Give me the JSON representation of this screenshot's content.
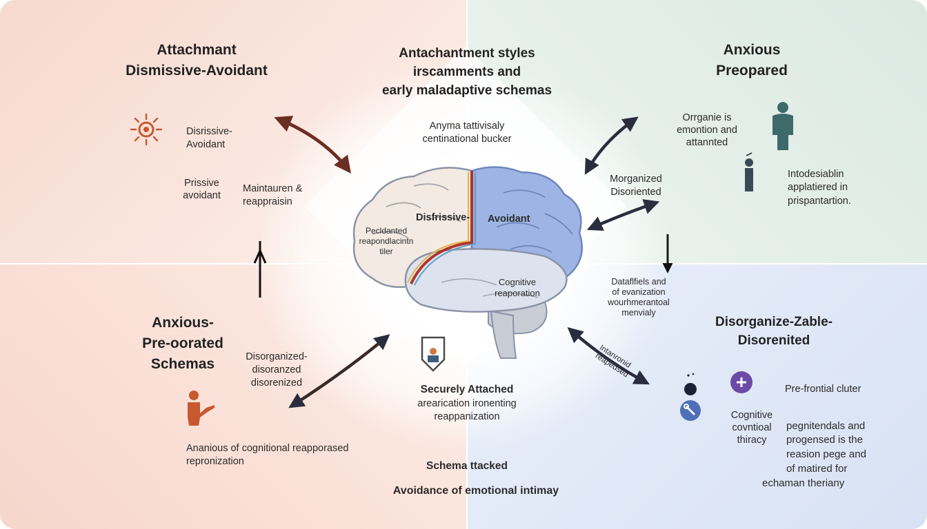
{
  "top_left": {
    "title_line1": "Attachmant",
    "title_line2": "Dismissive-Avoidant",
    "label_dismissive_1": "Disrissive-",
    "label_dismissive_2": "Avoidant",
    "label_prissive_1": "Prissive",
    "label_prissive_2": "avoidant",
    "label_maint_1": "Maintauren &",
    "label_maint_2": "reappraisin"
  },
  "center_top": {
    "title_line1": "Antachantment styles",
    "title_line2": "irscamments and",
    "title_line3": "early maladaptive schemas",
    "sub_line1": "Anyma tattivisaly",
    "sub_line2": "centinational bucker"
  },
  "top_right": {
    "title_line1": "Anxious",
    "title_line2": "Preopared",
    "label_org_1": "Orrganie is",
    "label_org_2": "emontion and",
    "label_org_3": "attannted",
    "label_morg_1": "Morganized",
    "label_morg_2": "Disoriented",
    "label_int_1": "Intodesiablin",
    "label_int_2": "applatiered in",
    "label_int_3": "prispantartion."
  },
  "brain": {
    "label_top": "Disfrissive-",
    "label_avoidant": "Avoidant",
    "label_left_1": "Pecldanted",
    "label_left_2": "reapondlacintn",
    "label_left_3": "tiler",
    "label_cog_1": "Cognitive",
    "label_cog_2": "reaporation"
  },
  "bottom_left": {
    "title_line1": "Anxious-",
    "title_line2": "Pre-oorated",
    "title_line3": "Schemas",
    "label_dis_1": "Disorganized-",
    "label_dis_2": "disoranzed",
    "label_dis_3": "disorenized",
    "label_bottom_1": "Ananious of cognitional reapporased",
    "label_bottom_2": "repronization"
  },
  "center_bottom": {
    "secure_1": "Securely Attached",
    "secure_2": "arearication ironenting",
    "secure_3": "reappanization",
    "schema": "Schema ttacked",
    "avoidance": "Avoidance of emotional intimay"
  },
  "bottom_right": {
    "title_line1": "Disorganize-Zable-",
    "title_line2": "Disorenited",
    "label_dat_1": "Dataflfiels and",
    "label_dat_2": "of evanization",
    "label_dat_3": "wourhmerantoal",
    "label_dat_4": "menvialy",
    "label_rot_1": "Intanronid",
    "label_rot_2": "reapedsed",
    "label_pfc": "Pre-frontial cluter",
    "label_cog_1": "Cognitive",
    "label_cog_2": "covntioal",
    "label_cog_3": "thiracy",
    "label_peg_1": "pegnitendals and",
    "label_peg_2": "progensed is the",
    "label_peg_3": "reasion pege and",
    "label_peg_4": "of matired for",
    "label_peg_5": "echaman theriany"
  },
  "colors": {
    "warm_bg": "#f6d9cf",
    "green_bg": "#dce9e3",
    "blue_bg": "#d8e2f4",
    "arrow_brown": "#6b2e22",
    "arrow_dark": "#2a2d3e",
    "icon_orange": "#c8582f",
    "icon_teal": "#3e6a6a",
    "icon_purple": "#6b4aa8",
    "brain_blue": "#8aa6dc",
    "brain_cream": "#f1e6dc"
  }
}
